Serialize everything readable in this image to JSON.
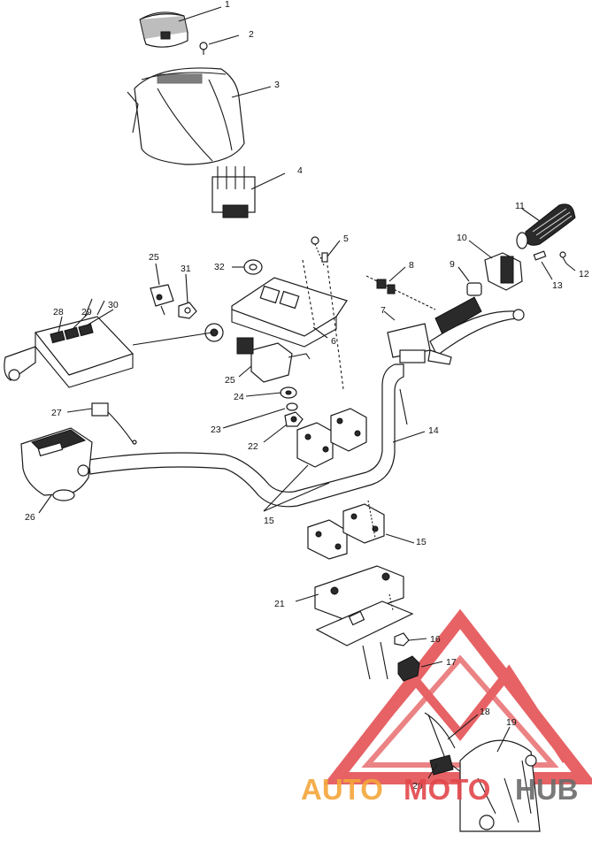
{
  "callouts": [
    {
      "id": "1",
      "text": "1"
    },
    {
      "id": "2",
      "text": "2"
    },
    {
      "id": "3",
      "text": "3"
    },
    {
      "id": "4",
      "text": "4"
    },
    {
      "id": "5",
      "text": "5"
    },
    {
      "id": "6",
      "text": "6"
    },
    {
      "id": "7",
      "text": "7"
    },
    {
      "id": "8",
      "text": "8"
    },
    {
      "id": "9",
      "text": "9"
    },
    {
      "id": "10",
      "text": "10"
    },
    {
      "id": "11",
      "text": "11"
    },
    {
      "id": "12",
      "text": "12"
    },
    {
      "id": "13",
      "text": "13"
    },
    {
      "id": "14",
      "text": "14"
    },
    {
      "id": "15a",
      "text": "15"
    },
    {
      "id": "15b",
      "text": "15"
    },
    {
      "id": "16",
      "text": "16"
    },
    {
      "id": "17",
      "text": "17"
    },
    {
      "id": "18",
      "text": "18"
    },
    {
      "id": "19",
      "text": "19"
    },
    {
      "id": "20",
      "text": "20"
    },
    {
      "id": "21",
      "text": "21"
    },
    {
      "id": "22",
      "text": "22"
    },
    {
      "id": "23",
      "text": "23"
    },
    {
      "id": "24",
      "text": "24"
    },
    {
      "id": "25a",
      "text": "25"
    },
    {
      "id": "25b",
      "text": "25"
    },
    {
      "id": "26",
      "text": "26"
    },
    {
      "id": "27",
      "text": "27"
    },
    {
      "id": "28",
      "text": "28"
    },
    {
      "id": "29",
      "text": "29"
    },
    {
      "id": "30",
      "text": "30"
    },
    {
      "id": "31",
      "text": "31"
    },
    {
      "id": "32",
      "text": "32"
    }
  ],
  "watermark": {
    "part1": "AUTO",
    "part2": "MOTO",
    "part3": "HUB",
    "color_red": "#e2474b",
    "color_orange": "#f4a63a",
    "color_grey": "#6b6b6b"
  }
}
